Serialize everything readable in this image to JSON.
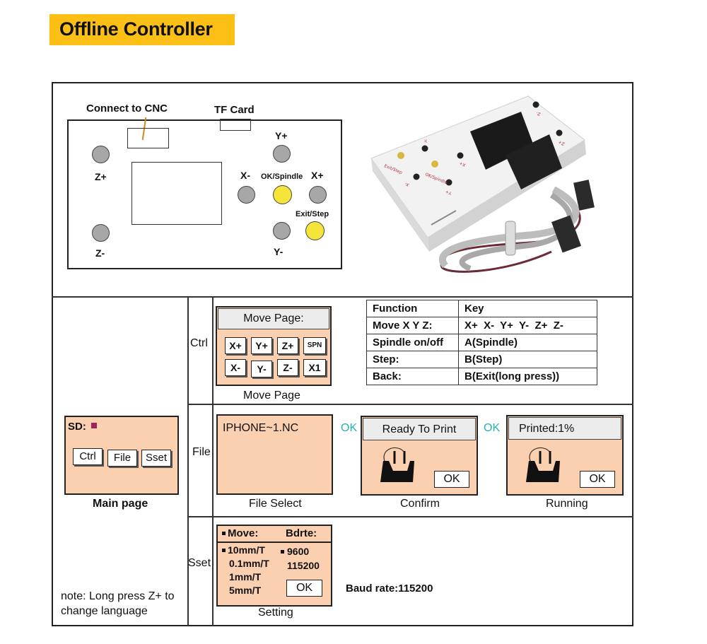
{
  "header": {
    "title": "Offline Controller"
  },
  "device_diagram": {
    "connect_label": "Connect to CNC",
    "tf_label": "TF Card",
    "z_plus": "Z+",
    "z_minus": "Z-",
    "y_plus": "Y+",
    "y_minus": "Y-",
    "x_minus": "X-",
    "x_plus": "X+",
    "ok_spindle": "OK/Spindle",
    "exit_step": "Exit/Step",
    "button_grey": "#a7a7a7",
    "button_yellow": "#f5e53a"
  },
  "photo": {
    "label_exit_step": "Exit/Step",
    "label_ok_spindle": "OK/Spindle",
    "label_x_minus": "X-",
    "label_x_plus": "X+",
    "label_y_minus": "Y-",
    "label_y_plus": "Y+",
    "label_z_minus": "Z-",
    "label_z_plus": "Z+"
  },
  "main_page": {
    "sd_label": "SD:",
    "buttons": [
      "Ctrl",
      "File",
      "Sset"
    ],
    "caption": "Main page",
    "note_line1": "note: Long press Z+ to",
    "note_line2": "change language"
  },
  "rows": {
    "ctrl": "Ctrl",
    "file": "File",
    "sset": "Sset"
  },
  "move_page": {
    "header": "Move Page:",
    "keys_row1": [
      "X+",
      "Y+",
      "Z+",
      "SPN"
    ],
    "keys_row2": [
      "X-",
      "Y-",
      "Z-",
      "X1"
    ],
    "caption": "Move Page"
  },
  "function_table": {
    "headers": [
      "Function",
      "Key"
    ],
    "rows": [
      [
        "Move X Y Z:",
        "X+  X-  Y+  Y-  Z+  Z-"
      ],
      [
        "Spindle on/off",
        "A(Spindle)"
      ],
      [
        "Step:",
        "B(Step)"
      ],
      [
        "Back:",
        "B(Exit(long press))"
      ]
    ]
  },
  "file_flow": {
    "file_name": "IPHONE~1.NC",
    "file_caption": "File Select",
    "ok1": "OK",
    "confirm_header": "Ready To Print",
    "confirm_ok": "OK",
    "confirm_caption": "Confirm",
    "ok2": "OK",
    "running_header": "Printed:1%",
    "running_ok": "OK",
    "running_caption": "Running"
  },
  "setting": {
    "move_label": "Move:",
    "bdrte_label": "Bdrte:",
    "move_options": [
      "10mm/T",
      "0.1mm/T",
      "1mm/T",
      "5mm/T"
    ],
    "baud_options": [
      "9600",
      "115200"
    ],
    "ok": "OK",
    "caption": "Setting",
    "baud_note": "Baud rate:115200"
  },
  "colors": {
    "title_bar": "#fbbf16",
    "screen_bg": "#fbd0b0",
    "ok_text": "#24b3b0",
    "sd_marker": "#a0245a"
  }
}
